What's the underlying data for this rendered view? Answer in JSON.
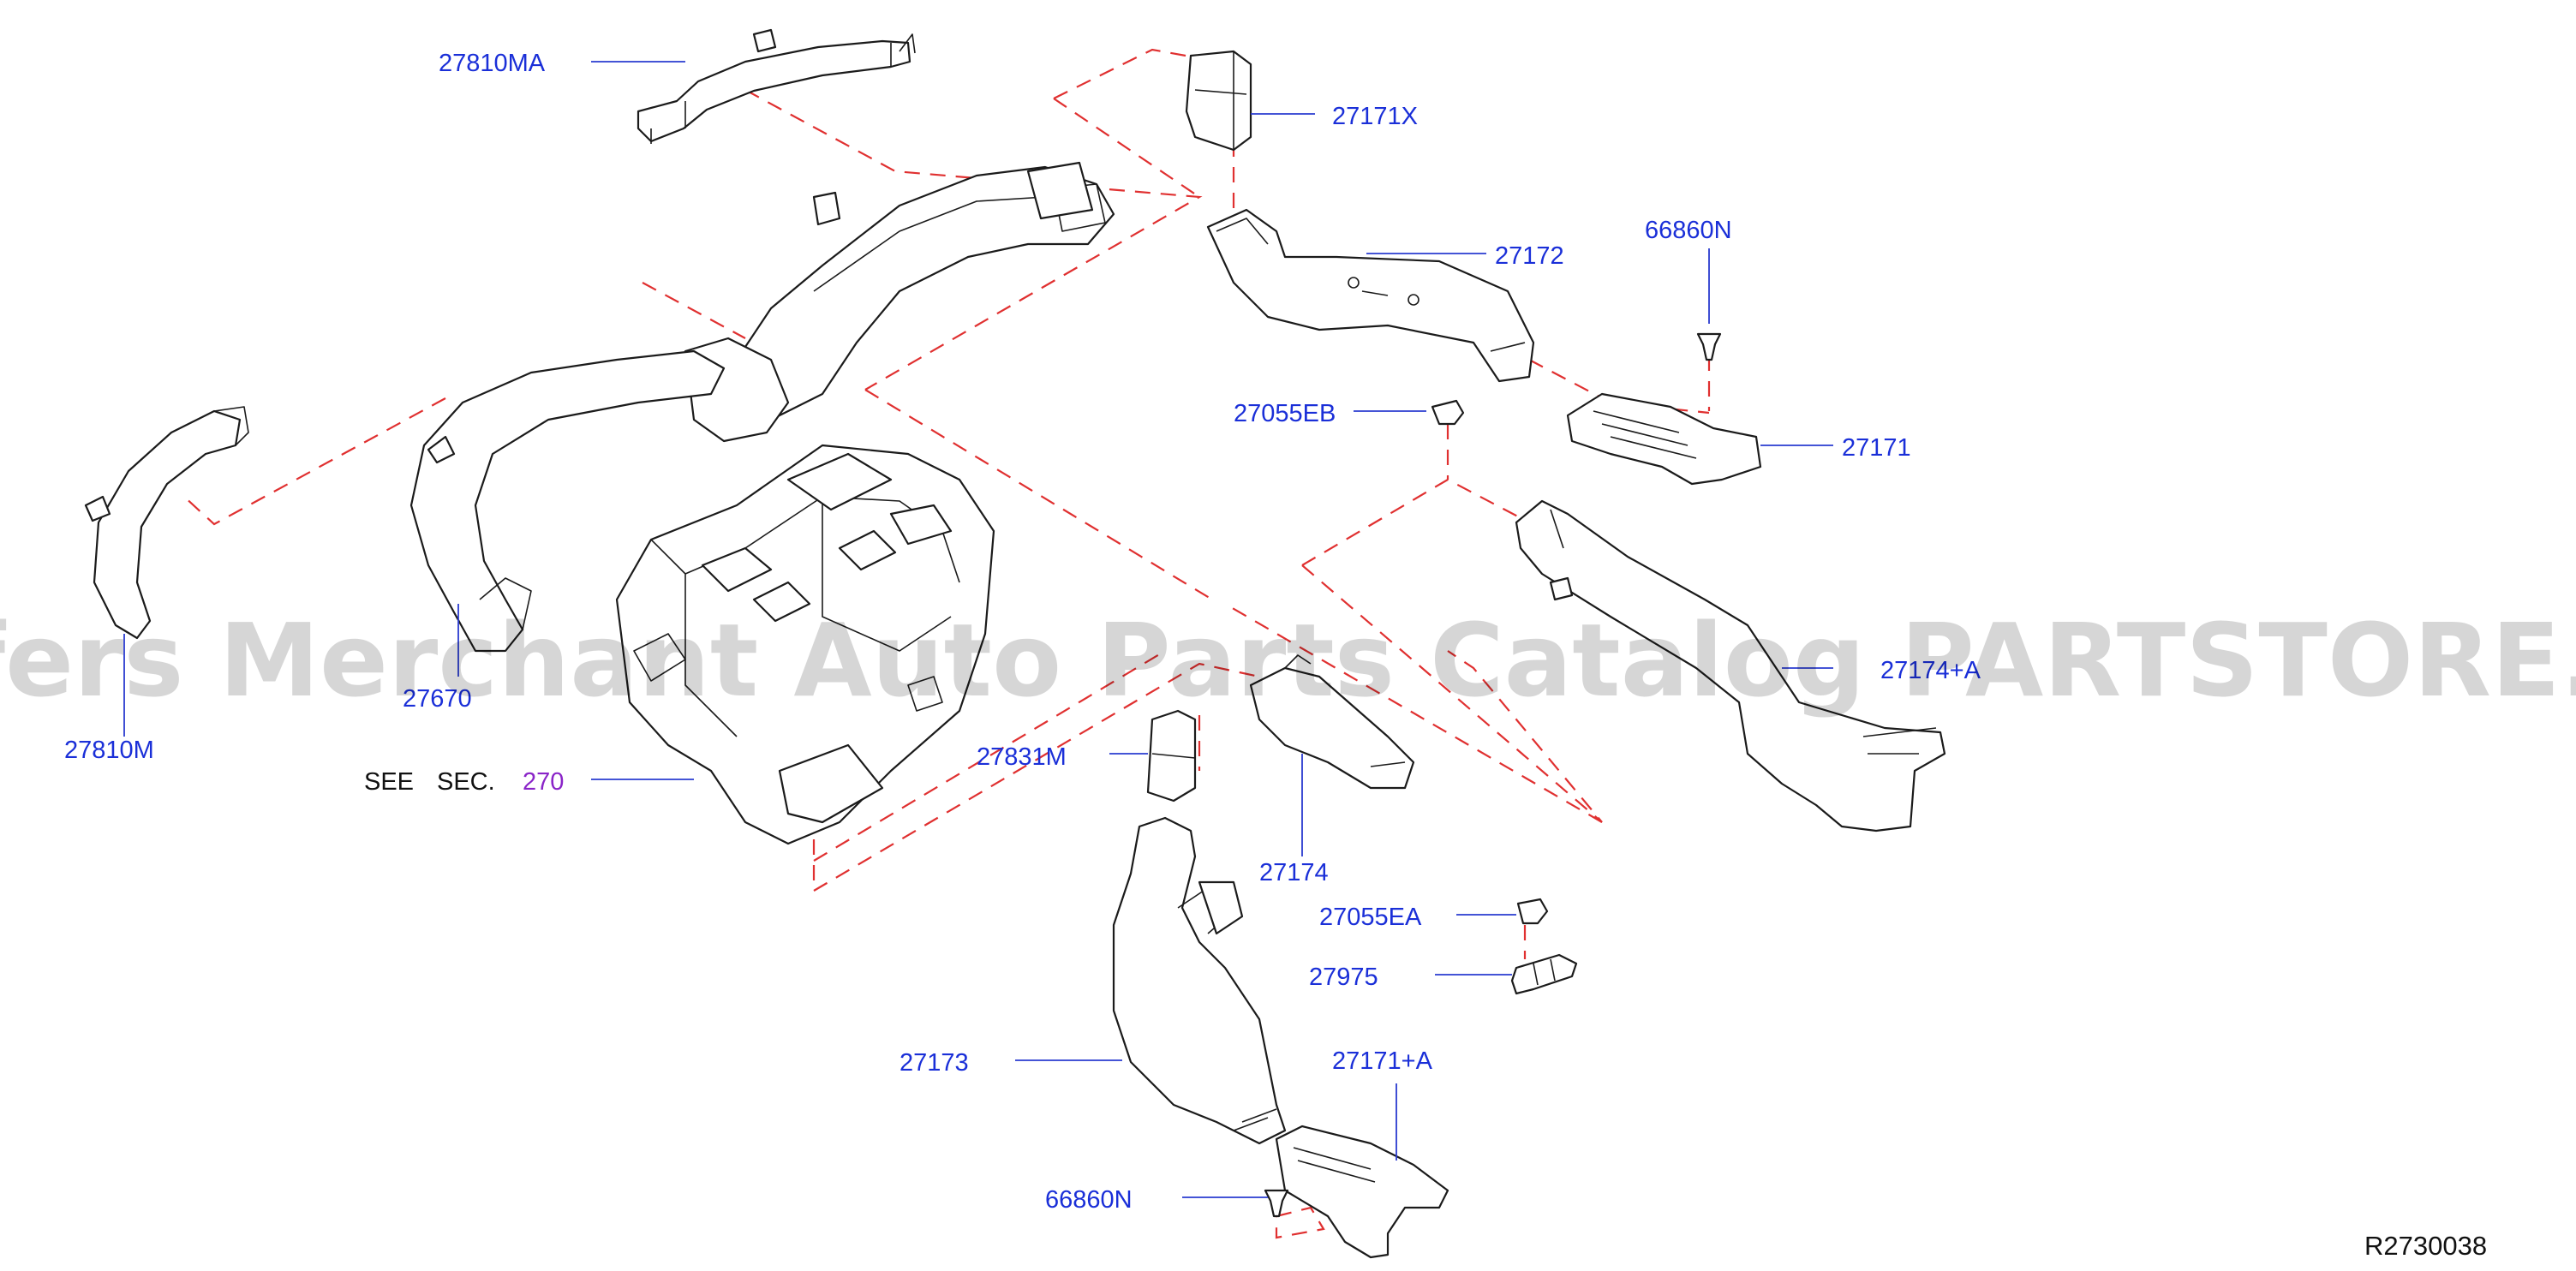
{
  "diagram": {
    "labels": {
      "p27810MA": "27810MA",
      "p27171X": "27171X",
      "p27172": "27172",
      "p66860N_top": "66860N",
      "p27055EB": "27055EB",
      "p27171": "27171",
      "p27670": "27670",
      "p27810M": "27810M",
      "see": "SEE",
      "sec": "SEC.",
      "sec_num": "270",
      "p27831M": "27831M",
      "p27174": "27174",
      "p27055EA": "27055EA",
      "p27975": "27975",
      "p27173": "27173",
      "p27171A": "27171+A",
      "p66860N_bottom": "66860N",
      "p2714A_partial": "27174+A"
    },
    "reference_code": "R2730038",
    "watermark": "Offers Merchant Auto Parts Catalog PARTSTORE.SA"
  },
  "colors": {
    "part_number_text": "#1a2fd8",
    "section_number_text": "#8a24c8",
    "plain_text": "#111111",
    "dashed_guides": "#e03030",
    "outline": "#1b1b1b",
    "watermark": "#9a9a9a"
  }
}
